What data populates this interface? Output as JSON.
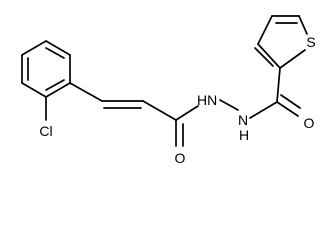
{
  "molecule": {
    "atoms": {
      "sulfur": "S",
      "nh_left": "HN",
      "nh_right": "N",
      "nh_right_h": "H",
      "oxygen_amide_left": "O",
      "oxygen_amide_right": "O",
      "chlorine": "Cl"
    },
    "colors": {
      "bond": "#000000",
      "label": "#000000",
      "background": "#ffffff"
    }
  }
}
